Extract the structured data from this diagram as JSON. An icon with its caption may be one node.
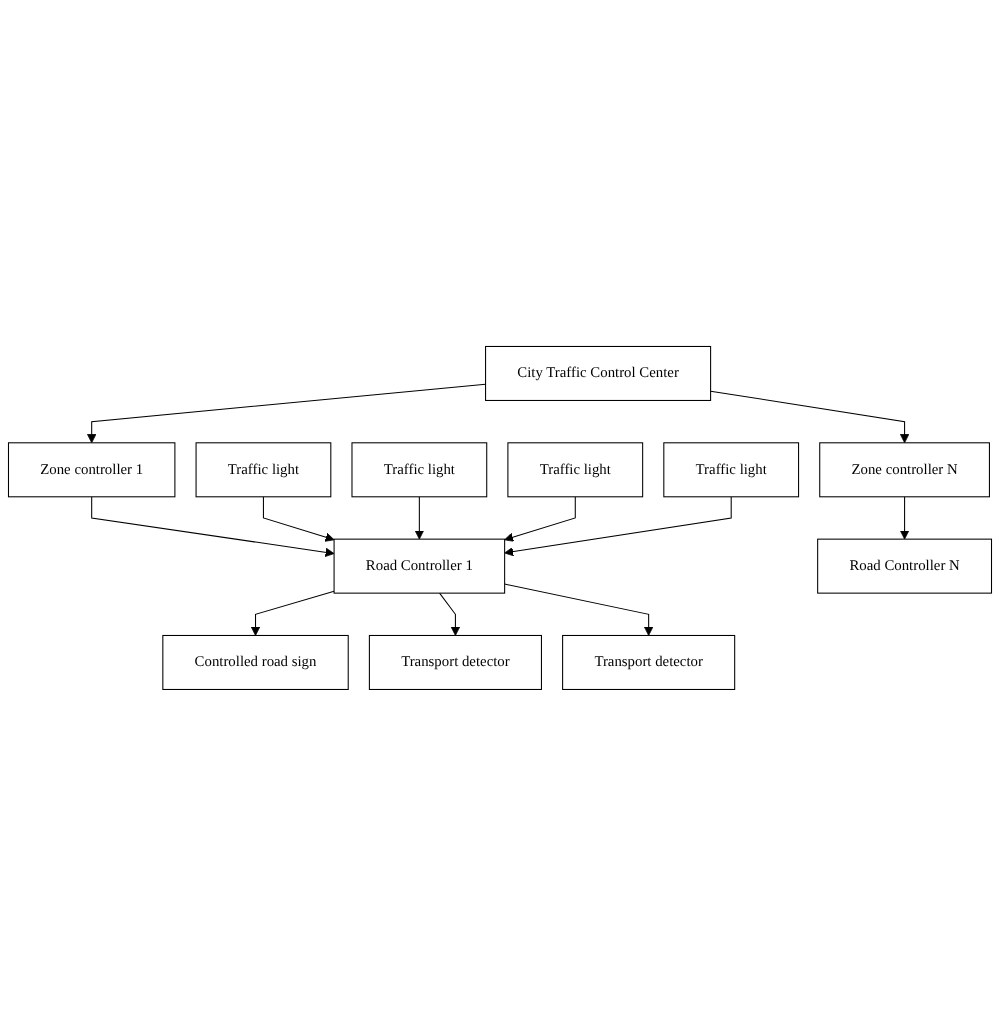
{
  "diagram": {
    "nodes": [
      {
        "text": [
          "City Traffic Control Center"
        ]
      },
      {
        "text": [
          "Zone controller 1"
        ]
      },
      {
        "text": [
          "Zone controller N"
        ]
      },
      {
        "text": [
          "Road Controller 1"
        ]
      },
      {
        "text": [
          "Road Controller N"
        ]
      },
      {
        "text": [
          "Traffic light"
        ]
      },
      {
        "text": [
          "Controlled road sign"
        ]
      },
      {
        "text": [
          "Transport detector"
        ]
      },
      {
        "text": [
          "Transport detector"
        ]
      },
      {
        "text": [
          "Traffic light"
        ]
      },
      {
        "text": [
          "Traffic light"
        ]
      },
      {
        "text": [
          "Traffic light"
        ]
      }
    ],
    "edges": [
      {
        "from": 0,
        "to": 1,
        "arrow": "to"
      },
      {
        "from": 0,
        "to": 2,
        "arrow": "to"
      },
      {
        "from": 1,
        "to": 3,
        "arrow": "to"
      },
      {
        "from": 2,
        "to": 4,
        "arrow": "to"
      },
      {
        "from": 5,
        "to": 3,
        "arrow": "to"
      },
      {
        "from": 9,
        "to": 3,
        "arrow": "to"
      },
      {
        "from": 10,
        "to": 3,
        "arrow": "to"
      },
      {
        "from": 11,
        "to": 3,
        "arrow": "to"
      },
      {
        "from": 3,
        "to": 6,
        "arrow": "to"
      },
      {
        "from": 3,
        "to": 7,
        "arrow": "to"
      },
      {
        "from": 3,
        "to": 8,
        "arrow": "to"
      }
    ]
  }
}
